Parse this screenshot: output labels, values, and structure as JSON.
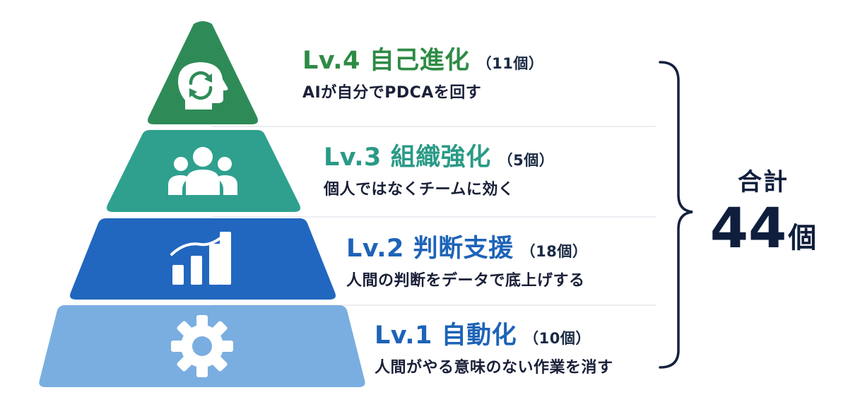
{
  "levels": [
    {
      "id": "lv4",
      "title": "Lv.4 自己進化",
      "count": "（11個）",
      "desc": "AIが自分でPDCAを回す",
      "color": "#2e8b57",
      "icon": "cycle-head-icon"
    },
    {
      "id": "lv3",
      "title": "Lv.3 組織強化",
      "count": "（5個）",
      "desc": "個人ではなくチームに効く",
      "color": "#2fa08e",
      "icon": "team-icon"
    },
    {
      "id": "lv2",
      "title": "Lv.2 判断支援",
      "count": "（18個）",
      "desc": "人間の判断をデータで底上げする",
      "color": "#2167bf",
      "icon": "bar-chart-icon"
    },
    {
      "id": "lv1",
      "title": "Lv.1 自動化",
      "count": "（10個）",
      "desc": "人間がやる意味のない作業を消す",
      "color": "#7aaee0",
      "icon": "gear-icon"
    }
  ],
  "total": {
    "label": "合計",
    "value": "44",
    "unit": "個"
  },
  "colors": {
    "title_lv4": "#2e8b45",
    "title_lv3": "#2a9a86",
    "title_lv2": "#1d63b8",
    "title_lv1": "#1d63b8",
    "text_dark": "#1a2038",
    "bracket": "#15213f"
  }
}
